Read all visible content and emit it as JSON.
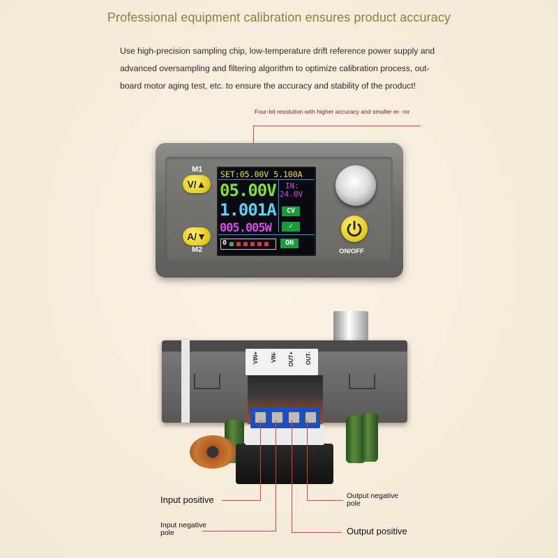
{
  "heading": "Professional equipment calibration ensures product accuracy",
  "description": [
    "Use high-precision sampling chip, low-temperature drift reference power supply and",
    "advanced oversampling and filtering algorithm to optimize calibration process, out-",
    "board motor aging test, etc. to ensure the accuracy and stability of the product!"
  ],
  "annotation": "Four-bit resolution with higher accuracy and smaller er- ror",
  "device": {
    "m1_label": "M1",
    "m2_label": "M2",
    "btn_v": "V/▲",
    "btn_a": "A/▼",
    "power_label": "ON/OFF",
    "screen": {
      "set_line": "SET:05.00V 5.100A",
      "voltage": "05.00V",
      "current": "1.001A",
      "power": "005.005W",
      "in_label": "IN:",
      "in_value": "24.0V",
      "mode": "CV",
      "check": "✓",
      "output_state": "ON",
      "preset": "0"
    }
  },
  "terminals": [
    "VIN+",
    "VIN-",
    "OUT+",
    "OUT-"
  ],
  "callouts": {
    "input_positive": "Input positive",
    "input_negative_l1": "Input negative",
    "input_negative_l2": "pole",
    "output_negative_l1": "Output negative",
    "output_negative_l2": "pole",
    "output_positive": "Output positive"
  },
  "colors": {
    "heading": "#8b7f3a",
    "annotation_line": "#e23b3b",
    "voltage": "#7fe23a",
    "current": "#5fd2f4",
    "power": "#d24fe4",
    "set": "#f0e24a",
    "button": "#e2c81c"
  }
}
